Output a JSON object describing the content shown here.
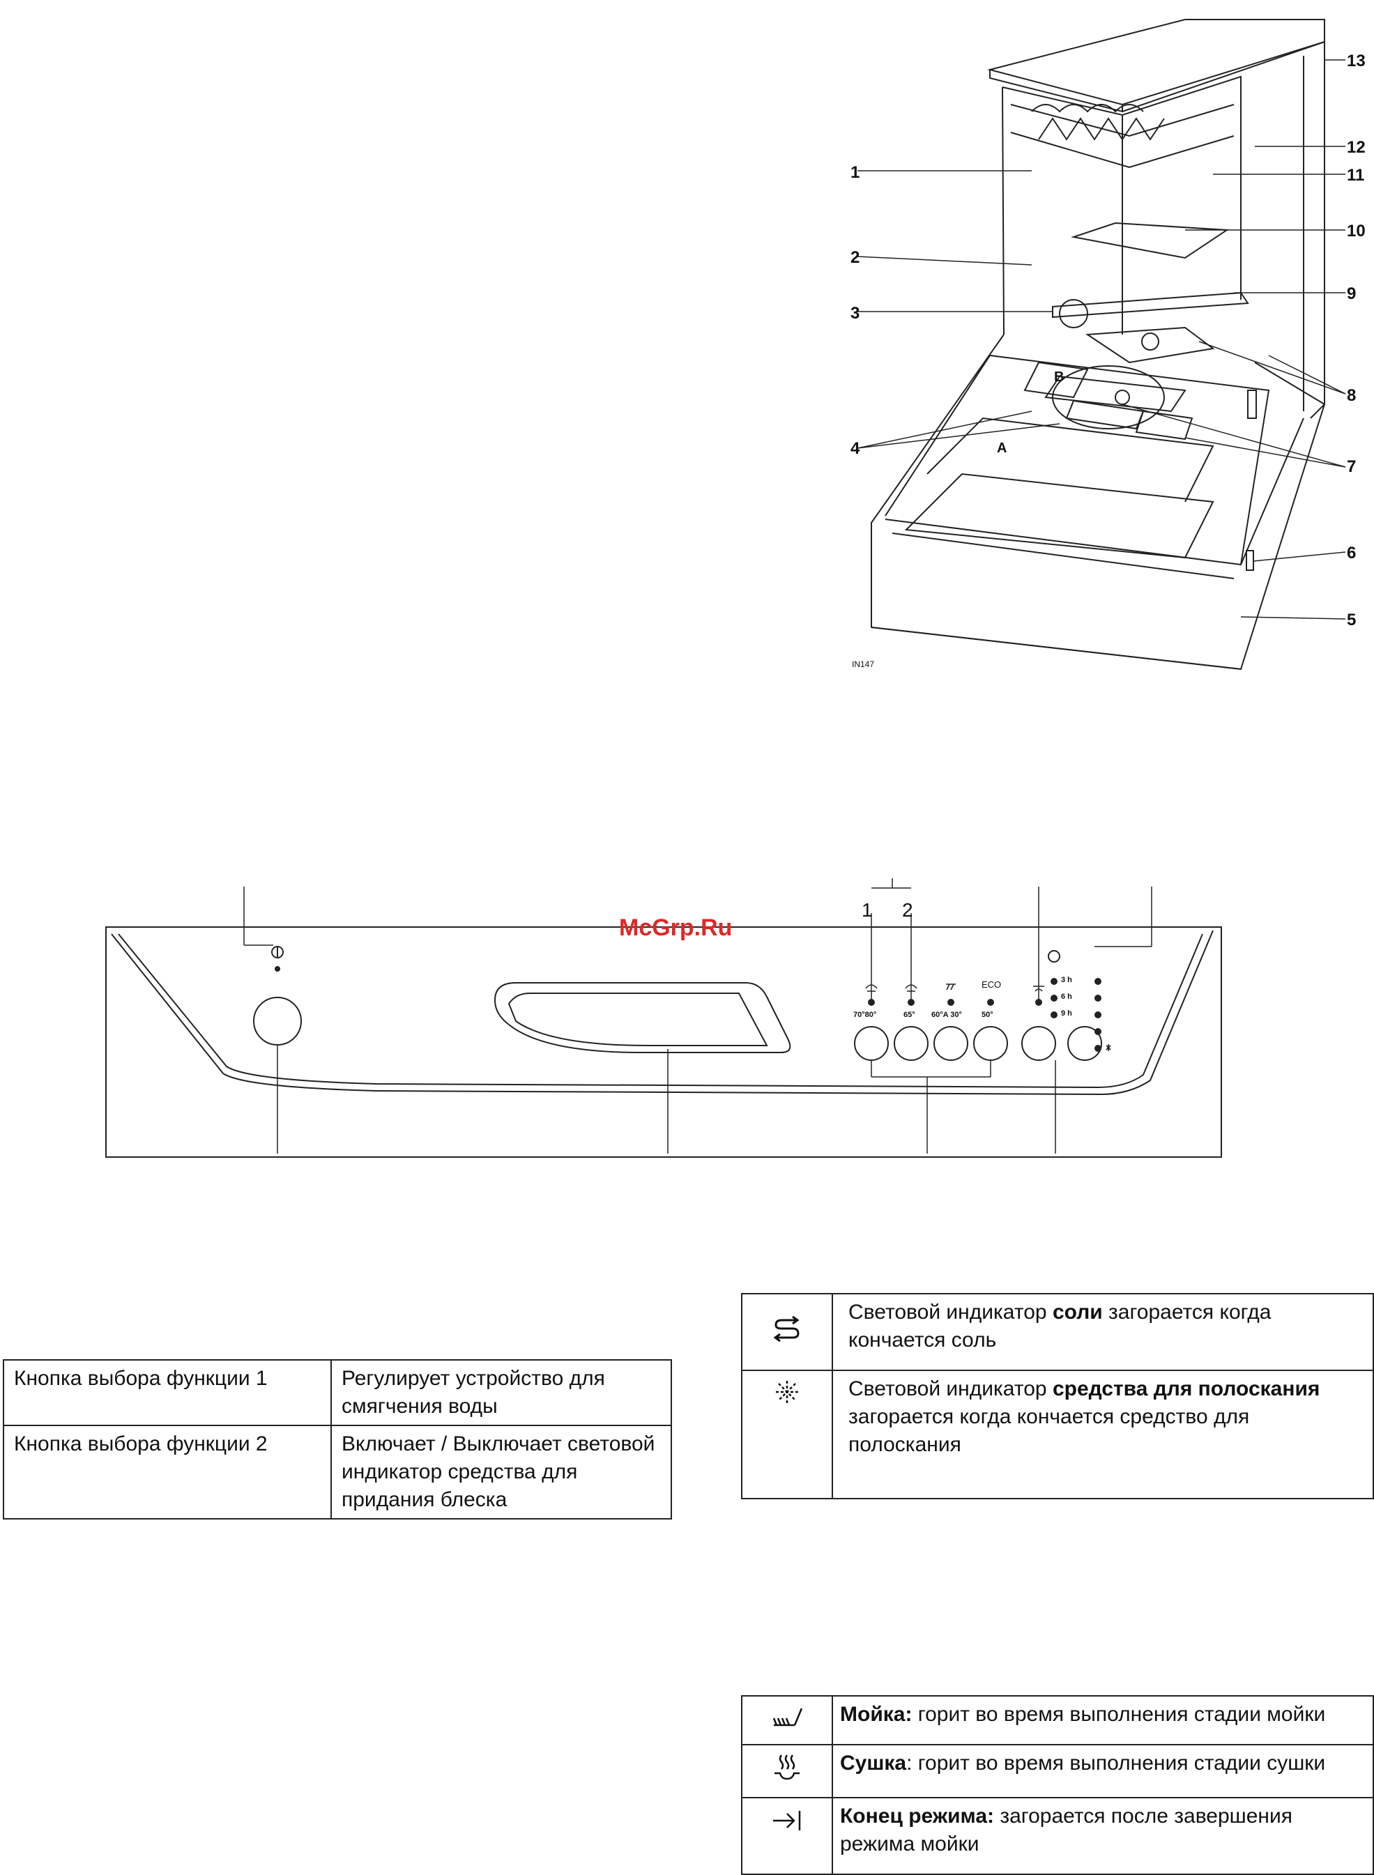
{
  "figure1": {
    "callouts_left": [
      "1",
      "2",
      "3",
      "4"
    ],
    "callouts_right": [
      "13",
      "12",
      "11",
      "10",
      "9",
      "8",
      "7",
      "6",
      "5"
    ],
    "part_labels": [
      "A",
      "B"
    ],
    "figure_code": "IN147"
  },
  "panel": {
    "top_numbers": [
      "1",
      "2"
    ],
    "program_temps": [
      "70°80°",
      "65°",
      "60°A 30°",
      "50°"
    ],
    "eco_label": "ECO",
    "delay_values": [
      "3 h",
      "6 h",
      "9 h"
    ],
    "watermark": "McGrp.Ru"
  },
  "function_table": {
    "rows": [
      {
        "name": "Кнопка выбора функции 1",
        "desc": "Регулирует устройство для смягчения воды"
      },
      {
        "name": "Кнопка выбора функции 2",
        "desc": "Включает / Выключает световой индикатор средства для придания блеска"
      }
    ]
  },
  "indicator_table": {
    "rows": [
      {
        "icon": "salt-icon",
        "pre": "Световой индикатор ",
        "bold": "соли",
        "post": " загорается когда кончается соль"
      },
      {
        "icon": "rinse-aid-icon",
        "pre": "Световой индикатор ",
        "bold": "средства для полоскания",
        "post": " загорается когда кончается средство для полоскания"
      }
    ]
  },
  "phase_table": {
    "rows": [
      {
        "icon": "wash-icon",
        "bold": "Мойка:",
        "post": " горит во время выполнения стадии мойки"
      },
      {
        "icon": "dry-icon",
        "bold": "Сушка",
        "post": ": горит во время выполнения стадии сушки"
      },
      {
        "icon": "end-icon",
        "bold": "Конец режима:",
        "post": " загорается после завершения режима мойки"
      }
    ]
  }
}
